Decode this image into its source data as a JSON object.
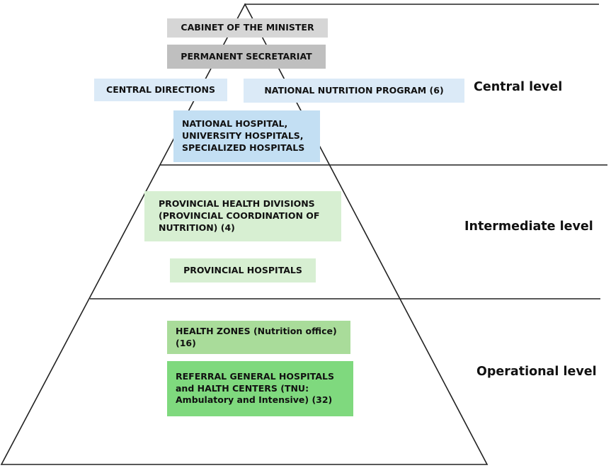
{
  "colors": {
    "gray_light": "#d6d6d6",
    "gray_dark": "#bfbfbf",
    "blue_light": "#dbeaf7",
    "blue_mid": "#c3dff3",
    "green_pale": "#d7efd2",
    "green_mid": "#a9dc9a",
    "green_bright": "#7fd97e"
  },
  "central": {
    "cabinet": "CABINET OF THE MINISTER",
    "secretariat": "PERMANENT SECRETARIAT",
    "directions": "CENTRAL DIRECTIONS",
    "nutrition_program": "NATIONAL NUTRITION PROGRAM (6)",
    "hospitals_line1": "NATIONAL HOSPITAL,",
    "hospitals_line2": "UNIVERSITY HOSPITALS,",
    "hospitals_line3": "SPECIALIZED HOSPITALS"
  },
  "intermediate": {
    "divisions_line1": "PROVINCIAL HEALTH DIVISIONS",
    "divisions_line2": "(PROVINCIAL COORDINATION OF",
    "divisions_line3": "NUTRITION) (4)",
    "hospitals": "PROVINCIAL HOSPITALS"
  },
  "operational": {
    "zones_line1": "HEALTH ZONES (Nutrition office)",
    "zones_line2": "(16)",
    "referral_line1": "REFERRAL GENERAL HOSPITALS",
    "referral_line2": "and HALTH CENTERS (TNU:",
    "referral_line3": "Ambulatory and Intensive) (32)"
  },
  "levels": {
    "central": "Central level",
    "intermediate": "Intermediate level",
    "operational": "Operational level"
  }
}
